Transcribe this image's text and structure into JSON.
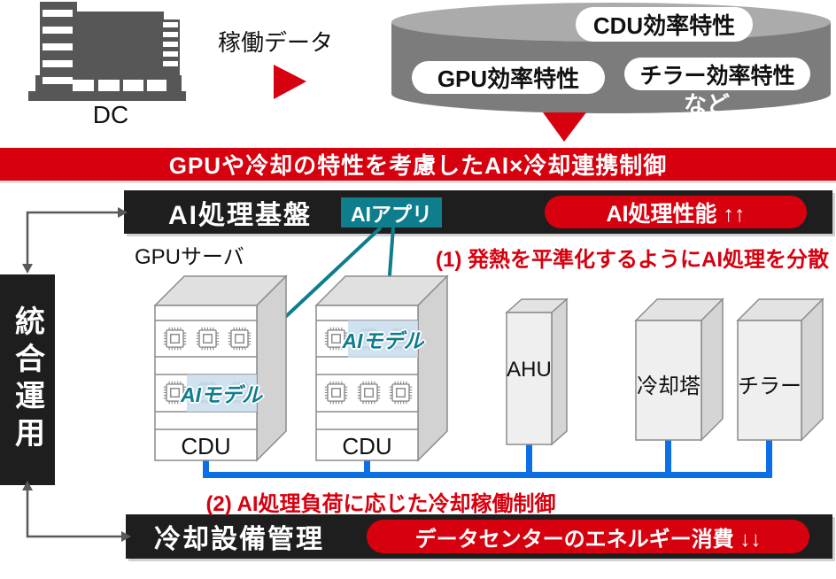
{
  "colors": {
    "red": "#d7000f",
    "teal": "#0e7d8c",
    "blue": "#0b70e6",
    "dark_bar": "#1e1e1e",
    "cylinder_body": "#7c7c7c",
    "cylinder_top": "#ababab",
    "highlight_blue": "#c8dcec"
  },
  "dc": {
    "label": "DC",
    "flow_label": "稼働データ"
  },
  "database": {
    "pill_cdu": "CDU効率特性",
    "pill_gpu": "GPU効率特性",
    "pill_chiller": "チラー効率特性",
    "etc_label": "など"
  },
  "banner": {
    "text": "GPUや冷却の特性を考慮したAI×冷却連携制御"
  },
  "left_rail": {
    "label": "統合運用"
  },
  "ai_platform": {
    "title": "AI処理基盤",
    "app_badge": "AIアプリ",
    "kpi": "AI処理性能 ↑↑"
  },
  "servers": {
    "section_label": "GPUサーバ",
    "note": "(1) 発熱を平準化するようにAI処理を分散",
    "items": [
      {
        "ai_model": "AIモデル",
        "cdu": "CDU"
      },
      {
        "ai_model": "AIモデル",
        "cdu": "CDU"
      }
    ]
  },
  "cooling_equipment": {
    "note": "(2) AI処理負荷に応じた冷却稼働制御",
    "items": [
      {
        "label": "AHU"
      },
      {
        "label": "冷却塔"
      },
      {
        "label": "チラー"
      }
    ]
  },
  "cooling_mgmt": {
    "title": "冷却設備管理",
    "kpi": "データセンターのエネルギー消費 ↓↓"
  }
}
